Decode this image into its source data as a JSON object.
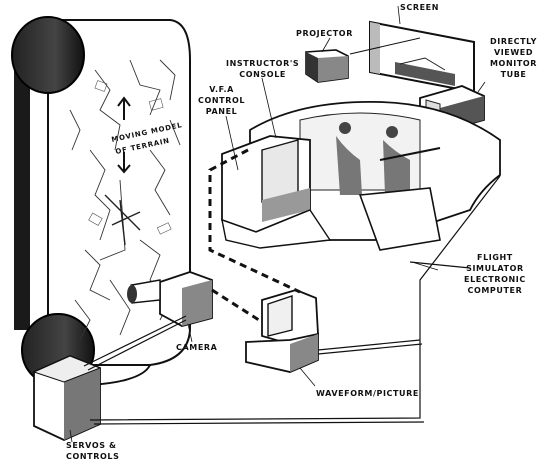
{
  "diagram": {
    "labels": {
      "screen": "SCREEN",
      "projector": "PROJECTOR",
      "instructor_console": [
        "INSTRUCTOR'S",
        "CONSOLE"
      ],
      "vfa_panel": [
        "V.F.A",
        "CONTROL",
        "PANEL"
      ],
      "monitor": [
        "DIRECTLY",
        "VIEWED",
        "MONITOR",
        "TUBE"
      ],
      "terrain": [
        "MOVING MODEL",
        "OF TERRAIN"
      ],
      "flight_computer": [
        "FLIGHT",
        "SIMULATOR",
        "ELECTRONIC",
        "COMPUTER"
      ],
      "camera": "CAMERA",
      "waveform": "WAVEFORM/PICTURE",
      "servos": [
        "SERVOS &",
        "CONTROLS"
      ]
    }
  }
}
